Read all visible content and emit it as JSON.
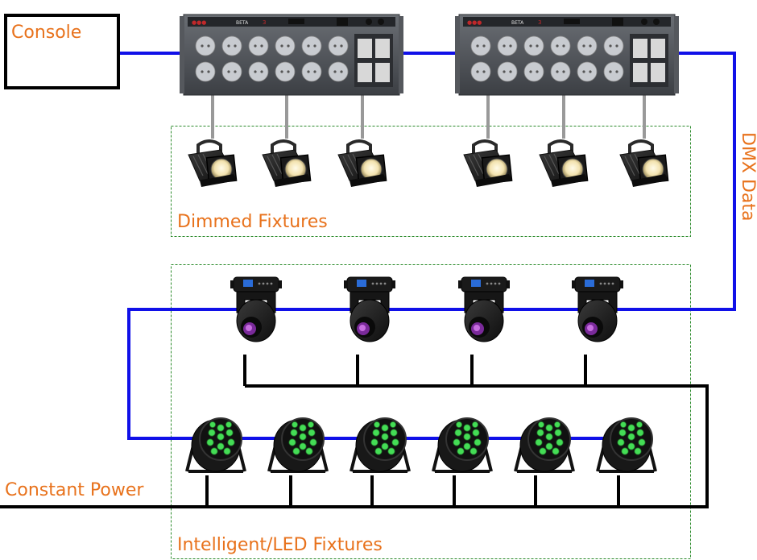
{
  "labels": {
    "console": "Console",
    "dmx_data": "DMX Data",
    "dimmed_fixtures": "Dimmed Fixtures",
    "constant_power": "Constant Power",
    "intelligent_led_fixtures": "Intelligent/LED Fixtures"
  },
  "dimmer_packs": [
    {
      "model": "BETA",
      "badge": "3"
    },
    {
      "model": "BETA",
      "badge": "3"
    }
  ],
  "counts": {
    "dimmed_fixtures": 6,
    "moving_heads": 4,
    "led_pars": 6,
    "sockets_per_pack": 12
  },
  "colors": {
    "dmx_line": "#1010e8",
    "power_line": "#000000",
    "label": "#e8721c",
    "group_border": "#2a8a2a",
    "led_green": "#44dd55",
    "beam_purple": "#7a2a9a"
  }
}
